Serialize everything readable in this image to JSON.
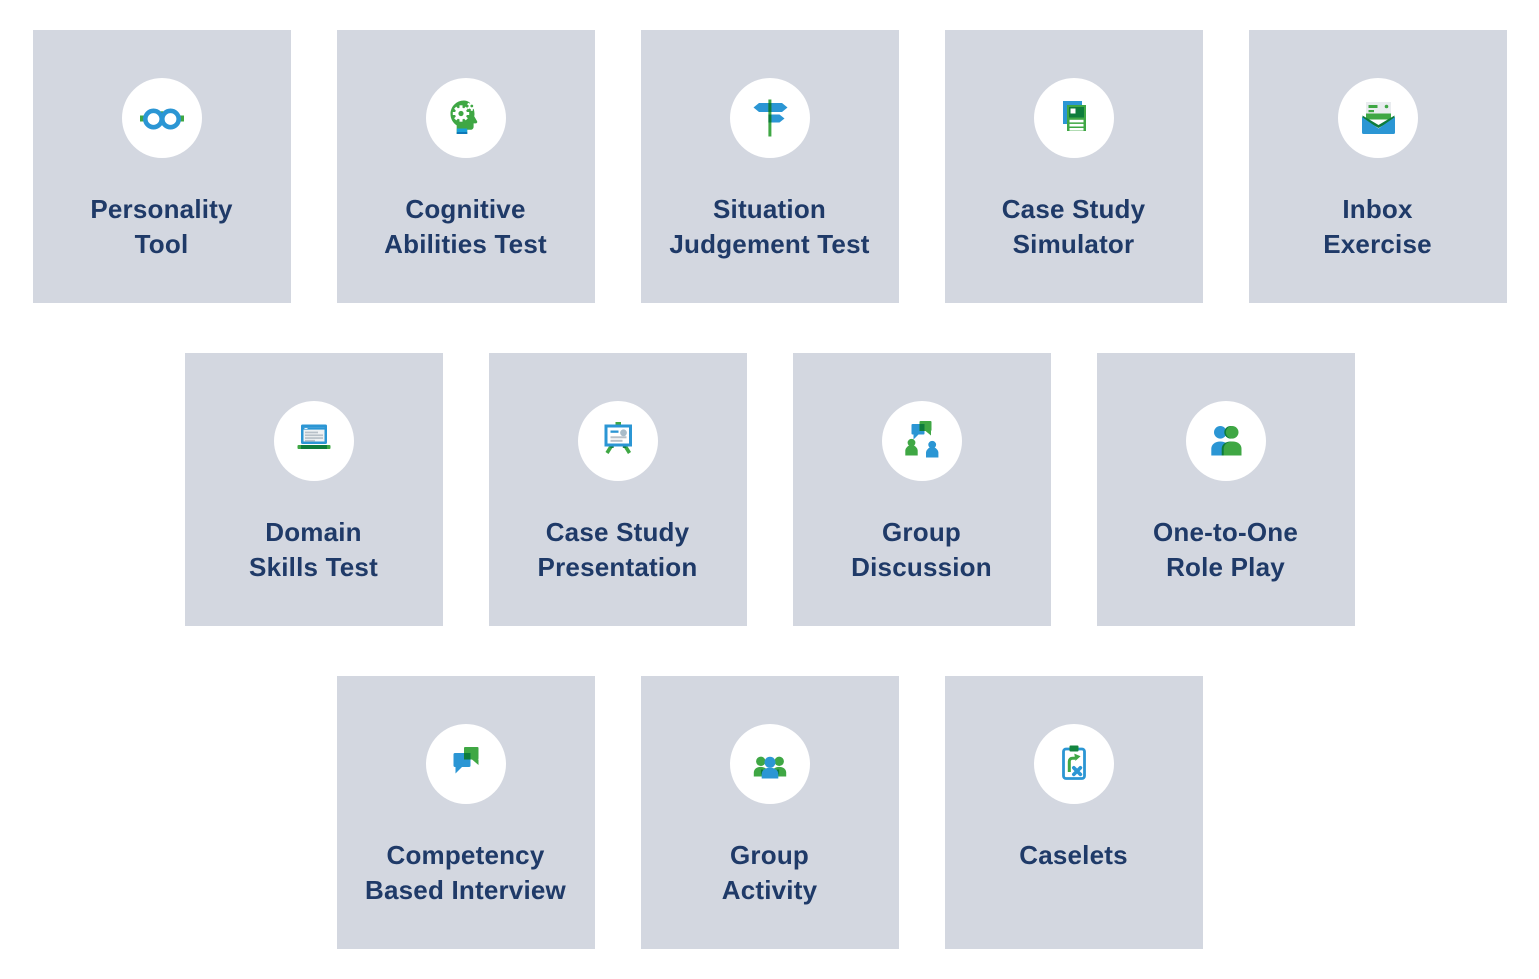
{
  "palette": {
    "page_bg": "#ffffff",
    "card_bg": "#d3d7e0",
    "label_text": "#1f3a68",
    "icon_blue": "#2b96d4",
    "icon_green": "#3fa744",
    "icon_dark_green": "#0e7c3c",
    "icon_circle_bg": "#ffffff"
  },
  "rows": [
    {
      "cards": [
        {
          "id": "personality-tool",
          "icon": "glasses-icon",
          "line1": "Personality",
          "line2": "Tool"
        },
        {
          "id": "cognitive-abilities-test",
          "icon": "head-gears-icon",
          "line1": "Cognitive",
          "line2": "Abilities Test"
        },
        {
          "id": "situation-judgement-test",
          "icon": "signpost-icon",
          "line1": "Situation",
          "line2": "Judgement Test"
        },
        {
          "id": "case-study-simulator",
          "icon": "document-stack-icon",
          "line1": "Case Study",
          "line2": "Simulator"
        },
        {
          "id": "inbox-exercise",
          "icon": "open-envelope-icon",
          "line1": "Inbox",
          "line2": "Exercise"
        }
      ]
    },
    {
      "cards": [
        {
          "id": "domain-skills-test",
          "icon": "laptop-icon",
          "line1": "Domain",
          "line2": "Skills Test"
        },
        {
          "id": "case-study-presentation",
          "icon": "easel-presentation-icon",
          "line1": "Case Study",
          "line2": "Presentation"
        },
        {
          "id": "group-discussion",
          "icon": "people-chat-icon",
          "line1": "Group",
          "line2": "Discussion"
        },
        {
          "id": "one-to-one-role-play",
          "icon": "two-people-icon",
          "line1": "One-to-One",
          "line2": "Role Play"
        }
      ]
    },
    {
      "cards": [
        {
          "id": "competency-based-interview",
          "icon": "speech-bubbles-icon",
          "line1": "Competency",
          "line2": "Based Interview"
        },
        {
          "id": "group-activity",
          "icon": "three-people-icon",
          "line1": "Group",
          "line2": "Activity"
        },
        {
          "id": "caselets",
          "icon": "clipboard-icon",
          "line1": "Caselets"
        }
      ]
    }
  ]
}
